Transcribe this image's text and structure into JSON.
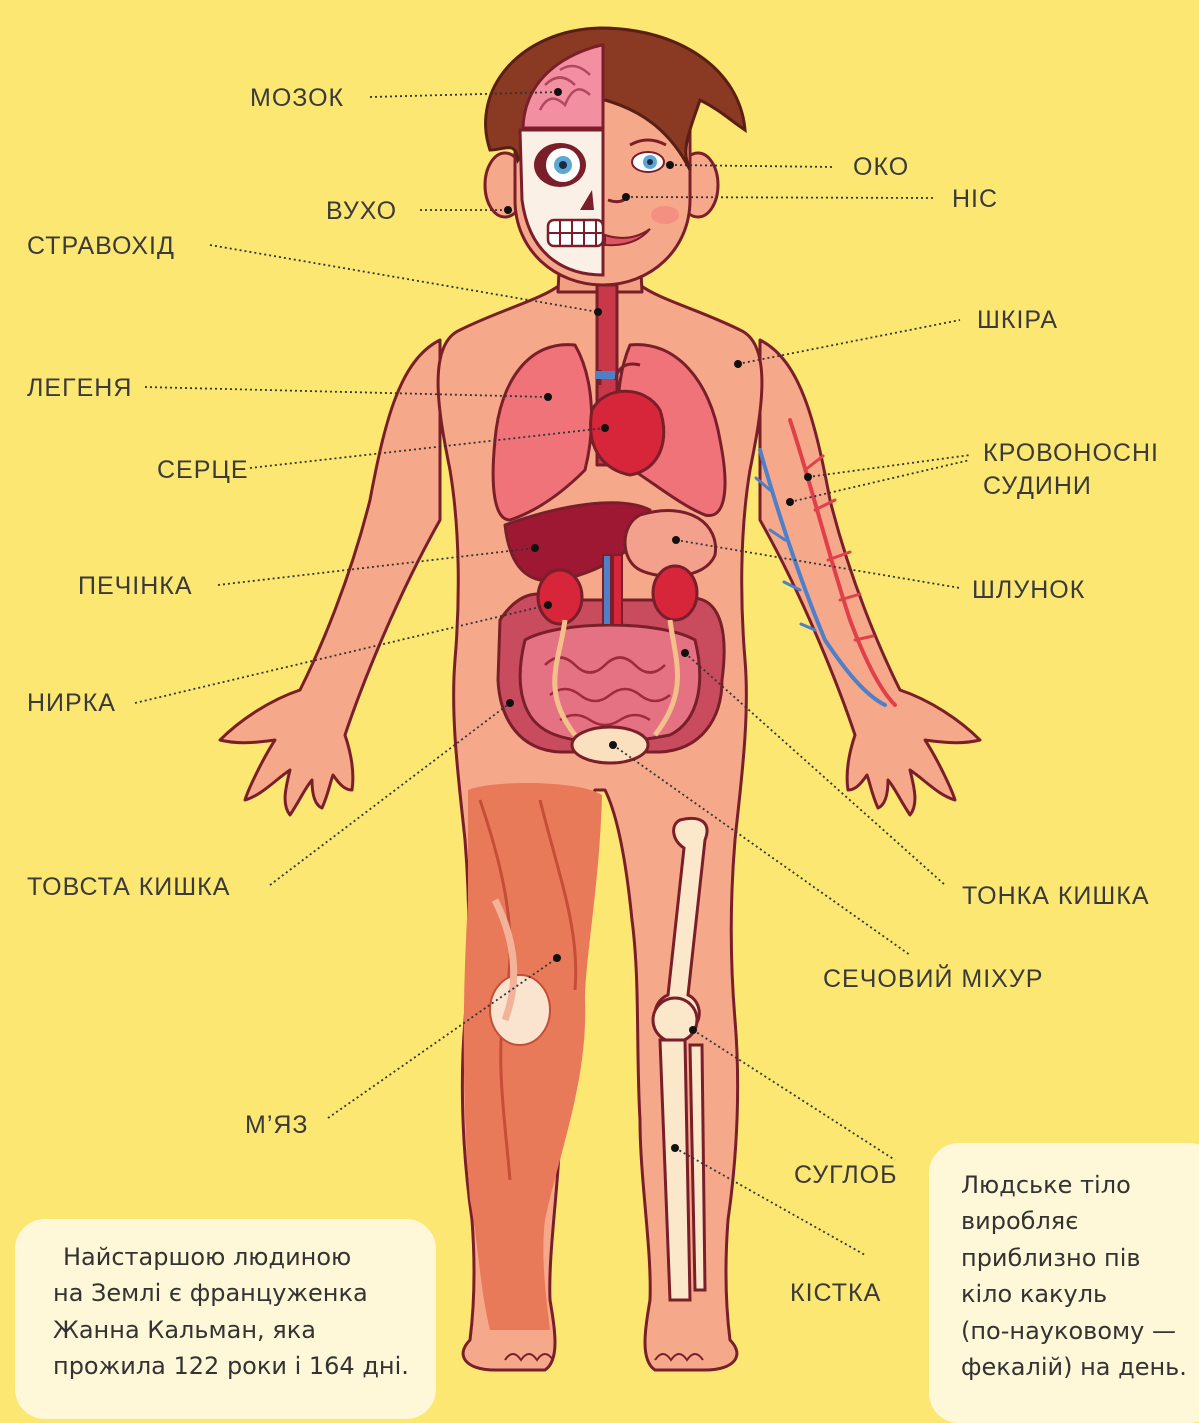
{
  "colors": {
    "background": "#FBE772",
    "skin": "#F6A98A",
    "outline": "#7A1F2A",
    "hair": "#8A3A22",
    "lung": "#EF7378",
    "heart": "#D7263A",
    "liver": "#9E1834",
    "intestine": "#D8556A",
    "artery": "#E0404A",
    "vein": "#4F7FC8",
    "muscle": "#E66A4C",
    "bone": "#FBE7C9",
    "note_bg": "#FFF8D8"
  },
  "labels": {
    "brain": "МОЗОК",
    "eye": "ОКО",
    "ear": "ВУХО",
    "nose": "НІС",
    "esophagus": "СТРАВОХІД",
    "skin": "ШКІРА",
    "lung": "ЛЕГЕНЯ",
    "vessels_line1": "КРОВОНОСНІ",
    "vessels_line2": "СУДИНИ",
    "heart": "СЕРЦЕ",
    "liver": "ПЕЧІНКА",
    "stomach": "ШЛУНОК",
    "kidney": "НИРКА",
    "large_intestine": "ТОВСТА КИШКА",
    "small_intestine": "ТОНКА КИШКА",
    "bladder": "СЕЧОВИЙ МІХУР",
    "muscle": "М’ЯЗ",
    "joint": "СУГЛОБ",
    "bone": "КІСТКА"
  },
  "notes": {
    "left": {
      "line1": "Найстаршою людиною",
      "line2": "на Землі є француженка",
      "line3": "Жанна Кальман, яка",
      "line4": "прожила 122 роки і 164 дні."
    },
    "right": {
      "line1": "Людське тіло",
      "line2": "виробляє",
      "line3": "приблизно пів",
      "line4": "кіло какуль",
      "line5": "(по-науковому —",
      "line6": "фекалій) на день."
    }
  }
}
